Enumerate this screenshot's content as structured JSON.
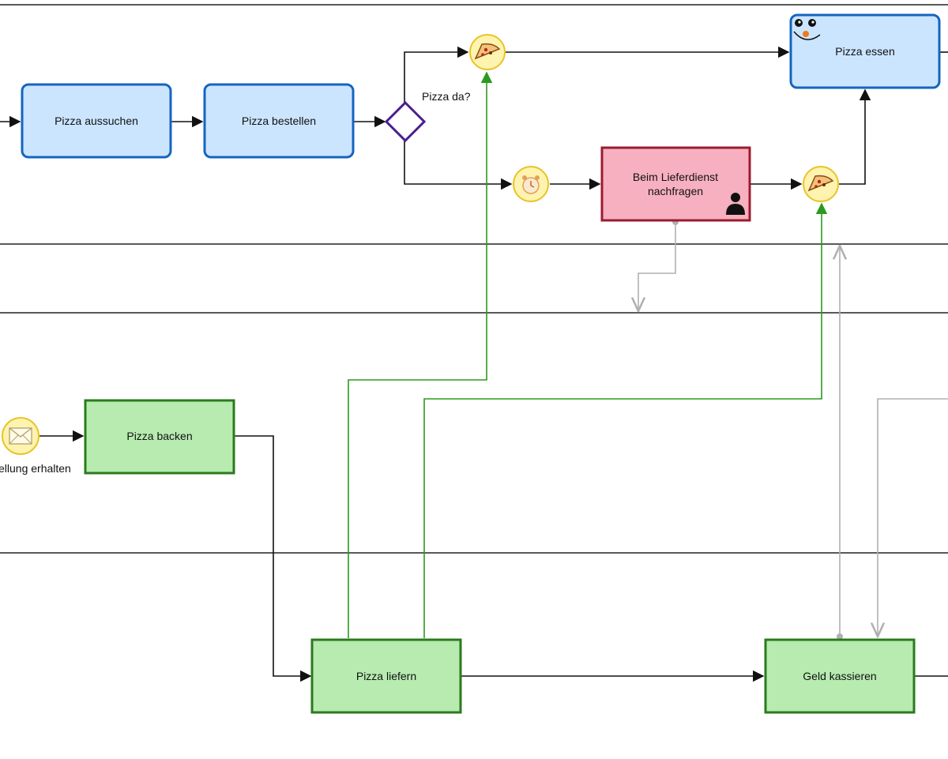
{
  "tasks": {
    "pizza_aussuchen": "Pizza aussuchen",
    "pizza_bestellen": "Pizza bestellen",
    "pizza_essen": "Pizza essen",
    "lieferdienst_line1": "Beim Lieferdienst",
    "lieferdienst_line2": "nachfragen",
    "pizza_backen": "Pizza backen",
    "pizza_liefern": "Pizza liefern",
    "geld_kassieren": "Geld kassieren"
  },
  "gateway": {
    "label": "Pizza da?"
  },
  "events": {
    "start_label": "ellung erhalten"
  },
  "icons": {
    "pizza_slice": "pizza-slice-icon",
    "alarm_clock": "alarm-clock-icon",
    "envelope": "envelope-icon",
    "user": "user-icon",
    "smiley": "smiley-face-icon"
  },
  "colors": {
    "task_blue_fill": "#cce5ff",
    "task_blue_stroke": "#1565c0",
    "task_red_fill": "#f7b0bf",
    "task_red_stroke": "#9b1b30",
    "task_green_fill": "#b7ebb0",
    "task_green_stroke": "#2b7a1e",
    "message_flow": "#2b9a1e",
    "association": "#b0b0b0",
    "gateway_stroke": "#4b1d8f",
    "event_fill": "#fff3b0"
  }
}
